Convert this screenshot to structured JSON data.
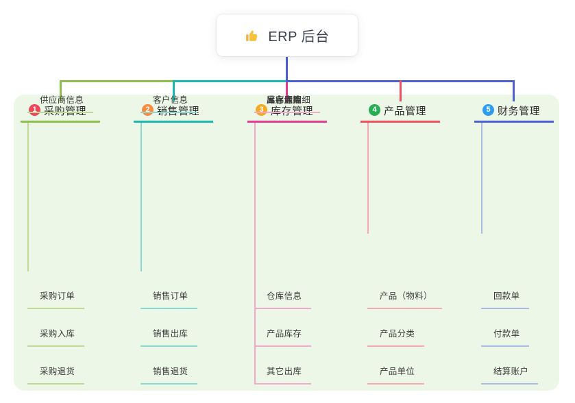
{
  "root": {
    "title": "ERP 后台",
    "icon": "thumbs-up"
  },
  "colors": {
    "canvas_bg": "#ffffff",
    "panel_bg": "#edf7e7",
    "stem_blue": "#4a5fd1",
    "root_text": "#3c4254",
    "thumb_yellow": "#f6c23d"
  },
  "branches": [
    {
      "number": "1",
      "label": "采购管理",
      "circle_color": "#f0475c",
      "line_color": "#8cc04b",
      "child_line_color": "#bedA92",
      "children": [
        "采购订单",
        "采购入库",
        "采购退货",
        "供应商信息"
      ]
    },
    {
      "number": "2",
      "label": "销售管理",
      "circle_color": "#fb8b3d",
      "line_color": "#17b9ae",
      "child_line_color": "#8ad8d2",
      "children": [
        "销售订单",
        "销售出库",
        "销售退货",
        "客户信息"
      ]
    },
    {
      "number": "3",
      "label": "库存管理",
      "circle_color": "#f7a920",
      "line_color": "#e23a8e",
      "child_line_color": "#f3a9cd",
      "children": [
        "仓库信息",
        "产品库存",
        "其它出库",
        "其它入库",
        "库存调拨",
        "库存盘点",
        "出库库明细"
      ]
    },
    {
      "number": "4",
      "label": "产品管理",
      "circle_color": "#28ae52",
      "line_color": "#f04f5f",
      "child_line_color": "#f8a9b0",
      "children": [
        "产品（物料）",
        "产品分类",
        "产品单位"
      ]
    },
    {
      "number": "5",
      "label": "财务管理",
      "circle_color": "#2e9cf0",
      "line_color": "#4a5fd1",
      "child_line_color": "#a8bbe5",
      "children": [
        "回款单",
        "付款单",
        "结算账户"
      ]
    }
  ]
}
